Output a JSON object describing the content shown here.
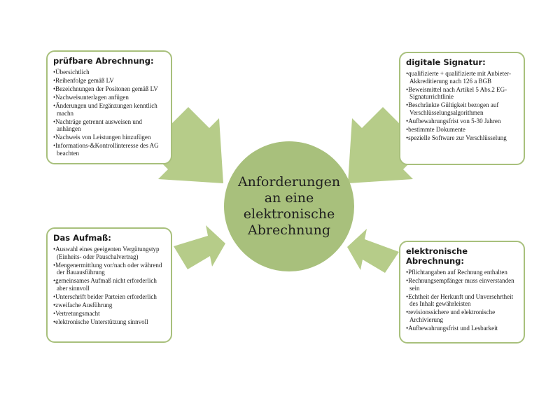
{
  "center": {
    "title": "Anforderungen\nan eine\nelektronische\nAbrechnung"
  },
  "colors": {
    "green": "#a8c07c",
    "arrow": "#b6cc89"
  },
  "boxes": {
    "top_left": {
      "title": "prüfbare Abrechnung:",
      "items": [
        "Übersichtlich",
        "Reihenfolge gemäß LV",
        "Bezeichnungen der Positonen gemäß LV",
        "Nachweisunterlagen anfügen",
        "Änderungen und Ergänzungen kenntlich machn",
        "Nachträge getrennt ausweisen und anhängen",
        "Nachweis von Leistungen hinzufügen",
        "Informations-&Kontrollinteresse des AG beachten"
      ]
    },
    "top_right": {
      "title": "digitale Signatur:",
      "items": [
        "qualifizierte + qualifizierte mit Anbieter-Akkreditierung nach 126 a BGB",
        "Beweismittel nach Artikel 5 Abs.2 EG-Signaturrichtlinie",
        "Beschränkte Gültigkeit bezogen auf Verschlüsselungsalgorithmen",
        "Aufbewahrungsfrist von 5-30 Jahren",
        "bestimmte Dokumente",
        "spezielle Software zur Verschlüsselung"
      ]
    },
    "bottom_left": {
      "title": "Das Aufmaß:",
      "items": [
        "Auswahl eines geeigenten Vergütungstyp (Einheits- oder Pauschalvertrag)",
        "Mengenermittlung vor/nach oder während der Bauausführung",
        "gemeinsames Aufmaß nicht erforderlich aber sinnvoll",
        "Unterschrift beider Parteien erforderlich",
        "zweifache Ausführung",
        "Vertretungsmacht",
        "elektronische Unterstützung sinnvoll"
      ]
    },
    "bottom_right": {
      "title": "elektronische Abrechnung:",
      "items": [
        "Pflichtangaben auf Rechnung enthalten",
        "Rechnungsempfänger muss einverstanden sein",
        "Echtheit der Herkunft und Unversehrtheit des Inhalt gewährleisten",
        "revisionssichere und elektronische Archivierung",
        "Aufbewahrungsfrist und Lesbarkeit"
      ]
    }
  }
}
